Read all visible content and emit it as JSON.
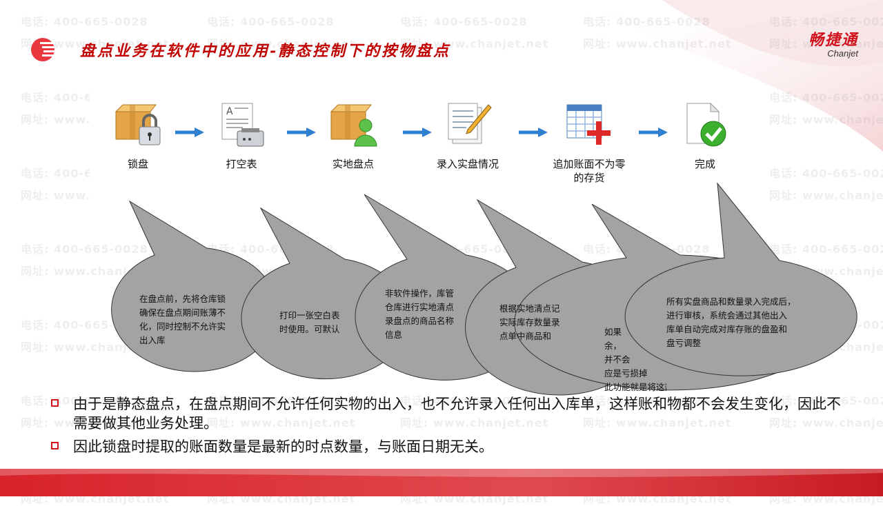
{
  "slide": {
    "title": "盘点业务在软件中的应用-静态控制下的按物盘点",
    "brand_cn": "畅捷通",
    "brand_en": "Chanjet",
    "colors": {
      "accent": "#d0101b",
      "title": "#c00000",
      "arrow": "#2f7fd1",
      "bubble": "#a3a3a6"
    }
  },
  "watermark": {
    "phone": "电话: 400-665-0028",
    "site": "网址: www.chanjet.net"
  },
  "flow": {
    "steps": [
      {
        "label": "锁盘",
        "icon": "locked-box-icon"
      },
      {
        "label": "打空表",
        "icon": "fax-print-icon"
      },
      {
        "label": "实地盘点",
        "icon": "box-user-icon"
      },
      {
        "label": "录入实盘情况",
        "icon": "document-pen-icon"
      },
      {
        "label": "追加账面不为零的存货",
        "icon": "table-add-icon"
      },
      {
        "label": "完成",
        "icon": "done-check-icon"
      }
    ]
  },
  "bubbles": [
    {
      "lines": [
        "在盘点前，先将仓库锁",
        "确保在盘点期间账薄不",
        "化，同时控制不允许实",
        "出入库"
      ]
    },
    {
      "lines": [
        "打印一张空白表",
        "时使用。可默认"
      ]
    },
    {
      "lines": [
        "非软件操作，库管",
        "仓库进行实地清点",
        "录盘点的商品名称",
        "信息"
      ]
    },
    {
      "lines": [
        "根据实地清点记",
        "实际库存数量录",
        "点单中商品和"
      ]
    },
    {
      "lines": [
        "如果",
        "余，",
        "并不会",
        "应是亏损掉",
        "此功能就是将这部分"
      ]
    },
    {
      "lines": [
        "所有实盘商品和数量录入完成后，",
        "进行审核，系统会通过其他出入",
        "库单自动完成对库存账的盘盈和",
        "盘亏调整"
      ]
    }
  ],
  "bullets": [
    "由于是静态盘点，在盘点期间不允许任何实物的出入，也不允许录入任何出入库单，这样账和物都不会发生变化，因此不需要做其他业务处理。",
    "因此锁盘时提取的账面数量是最新的时点数量，与账面日期无关。"
  ]
}
